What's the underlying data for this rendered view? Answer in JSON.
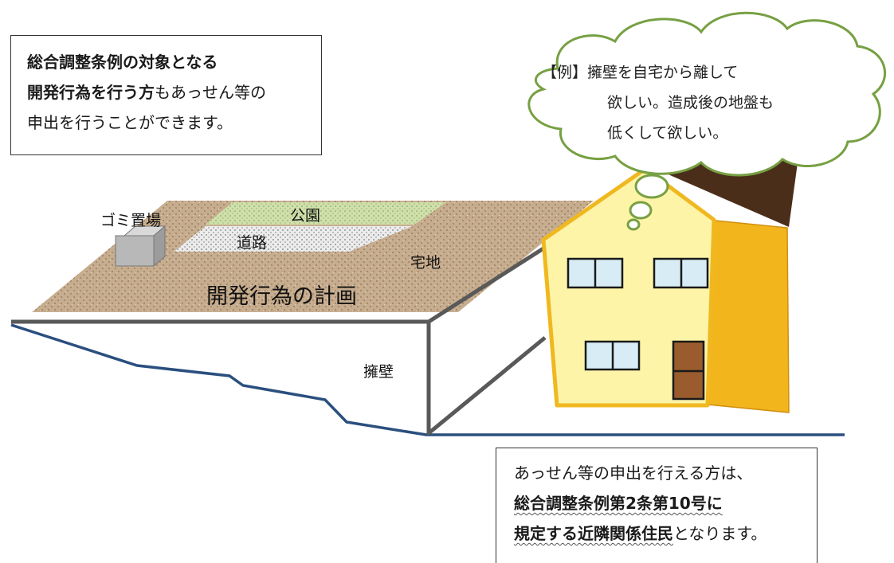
{
  "notes": {
    "left": {
      "bold_line1": "総合調整条例の対象となる",
      "bold_line2": "開発行為を行う方",
      "normal_line2": "もあっせん等の",
      "line3": "申出を行うことができます。"
    },
    "bottom": {
      "line1": "あっせん等の申出を行える方は、",
      "bold_line2": "総合調整条例第2条第10号に",
      "bold_line3": "規定する近隣関係住民",
      "normal_line3": "となります。"
    }
  },
  "thought_bubble": {
    "line1": "【例】擁壁を自宅から離して",
    "line2": "欲しい。造成後の地盤も",
    "line3": "低くして欲しい。"
  },
  "labels": {
    "garbage": "ゴミ置場",
    "park": "公園",
    "road": "道路",
    "residential": "宅地",
    "plan": "開発行為の計画",
    "retaining_wall": "擁壁"
  },
  "colors": {
    "ground_line": "#2a4f7f",
    "wall": "#5a5a5a",
    "cloud_outline": "#77a043",
    "house_front": "#fdf4a8",
    "house_side": "#f2b71a",
    "roof": "#4a2e1a",
    "door": "#9a5c2c",
    "window": "#d8ecf5",
    "park_fill": "#c6d8a0",
    "lot_fill": "#c4aa8c"
  }
}
